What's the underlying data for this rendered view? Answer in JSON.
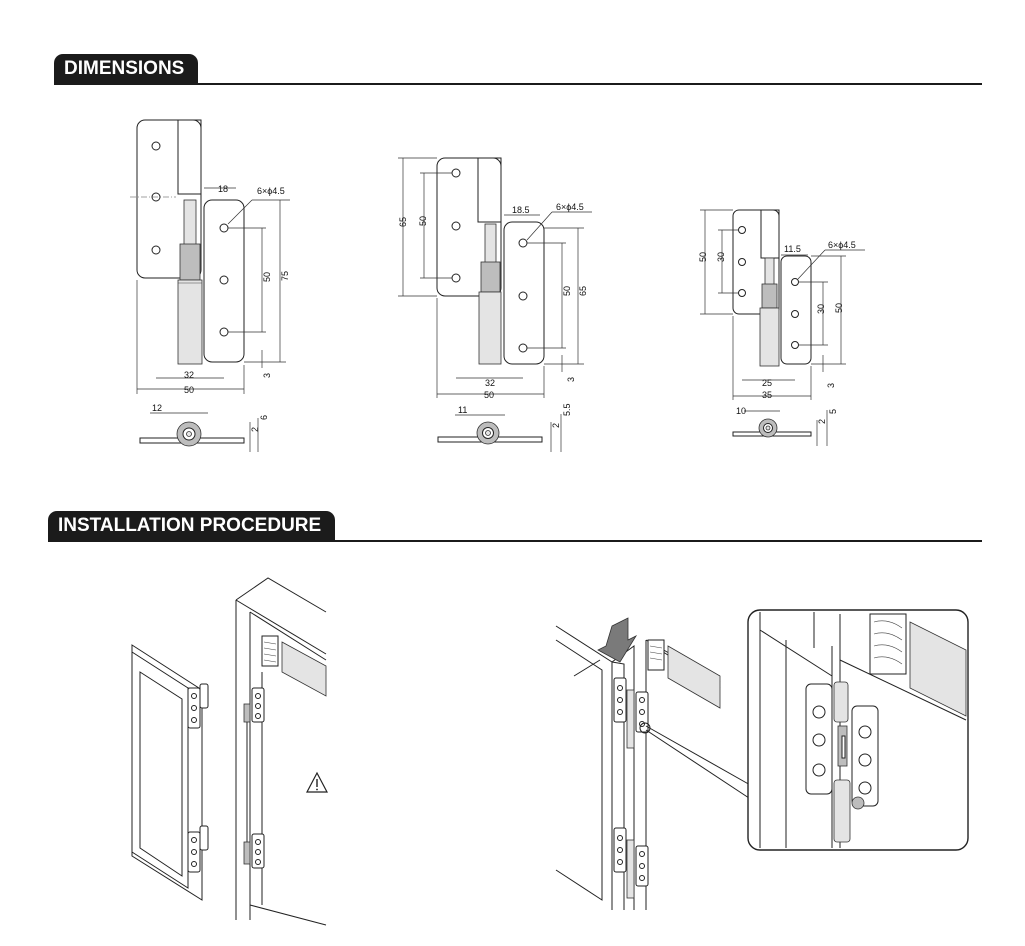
{
  "sections": {
    "dimensions": {
      "title": "DIMENSIONS"
    },
    "installation": {
      "title": "INSTALLATION PROCEDURE"
    }
  },
  "drawings": [
    {
      "holes_label": "6×ϕ4.5",
      "dims": {
        "offset": "18",
        "pitch": "50",
        "height": "75",
        "width": "50",
        "span": "32",
        "gap": "3",
        "side_depth": "12",
        "side_t": "2",
        "side_h": "6"
      }
    },
    {
      "holes_label": "6×ϕ4.5",
      "dims": {
        "offset": "18.5",
        "pitch": "50",
        "height": "65",
        "left_height": "65",
        "left_pitch": "50",
        "width": "50",
        "span": "32",
        "gap": "3",
        "side_depth": "11",
        "side_t": "2",
        "side_h": "5.5"
      }
    },
    {
      "holes_label": "6×ϕ4.5",
      "dims": {
        "offset": "11.5",
        "pitch": "30",
        "height": "50",
        "left_height": "50",
        "left_pitch": "30",
        "width": "35",
        "span": "25",
        "gap": "3",
        "side_depth": "10",
        "side_t": "2",
        "side_h": "5"
      }
    }
  ]
}
